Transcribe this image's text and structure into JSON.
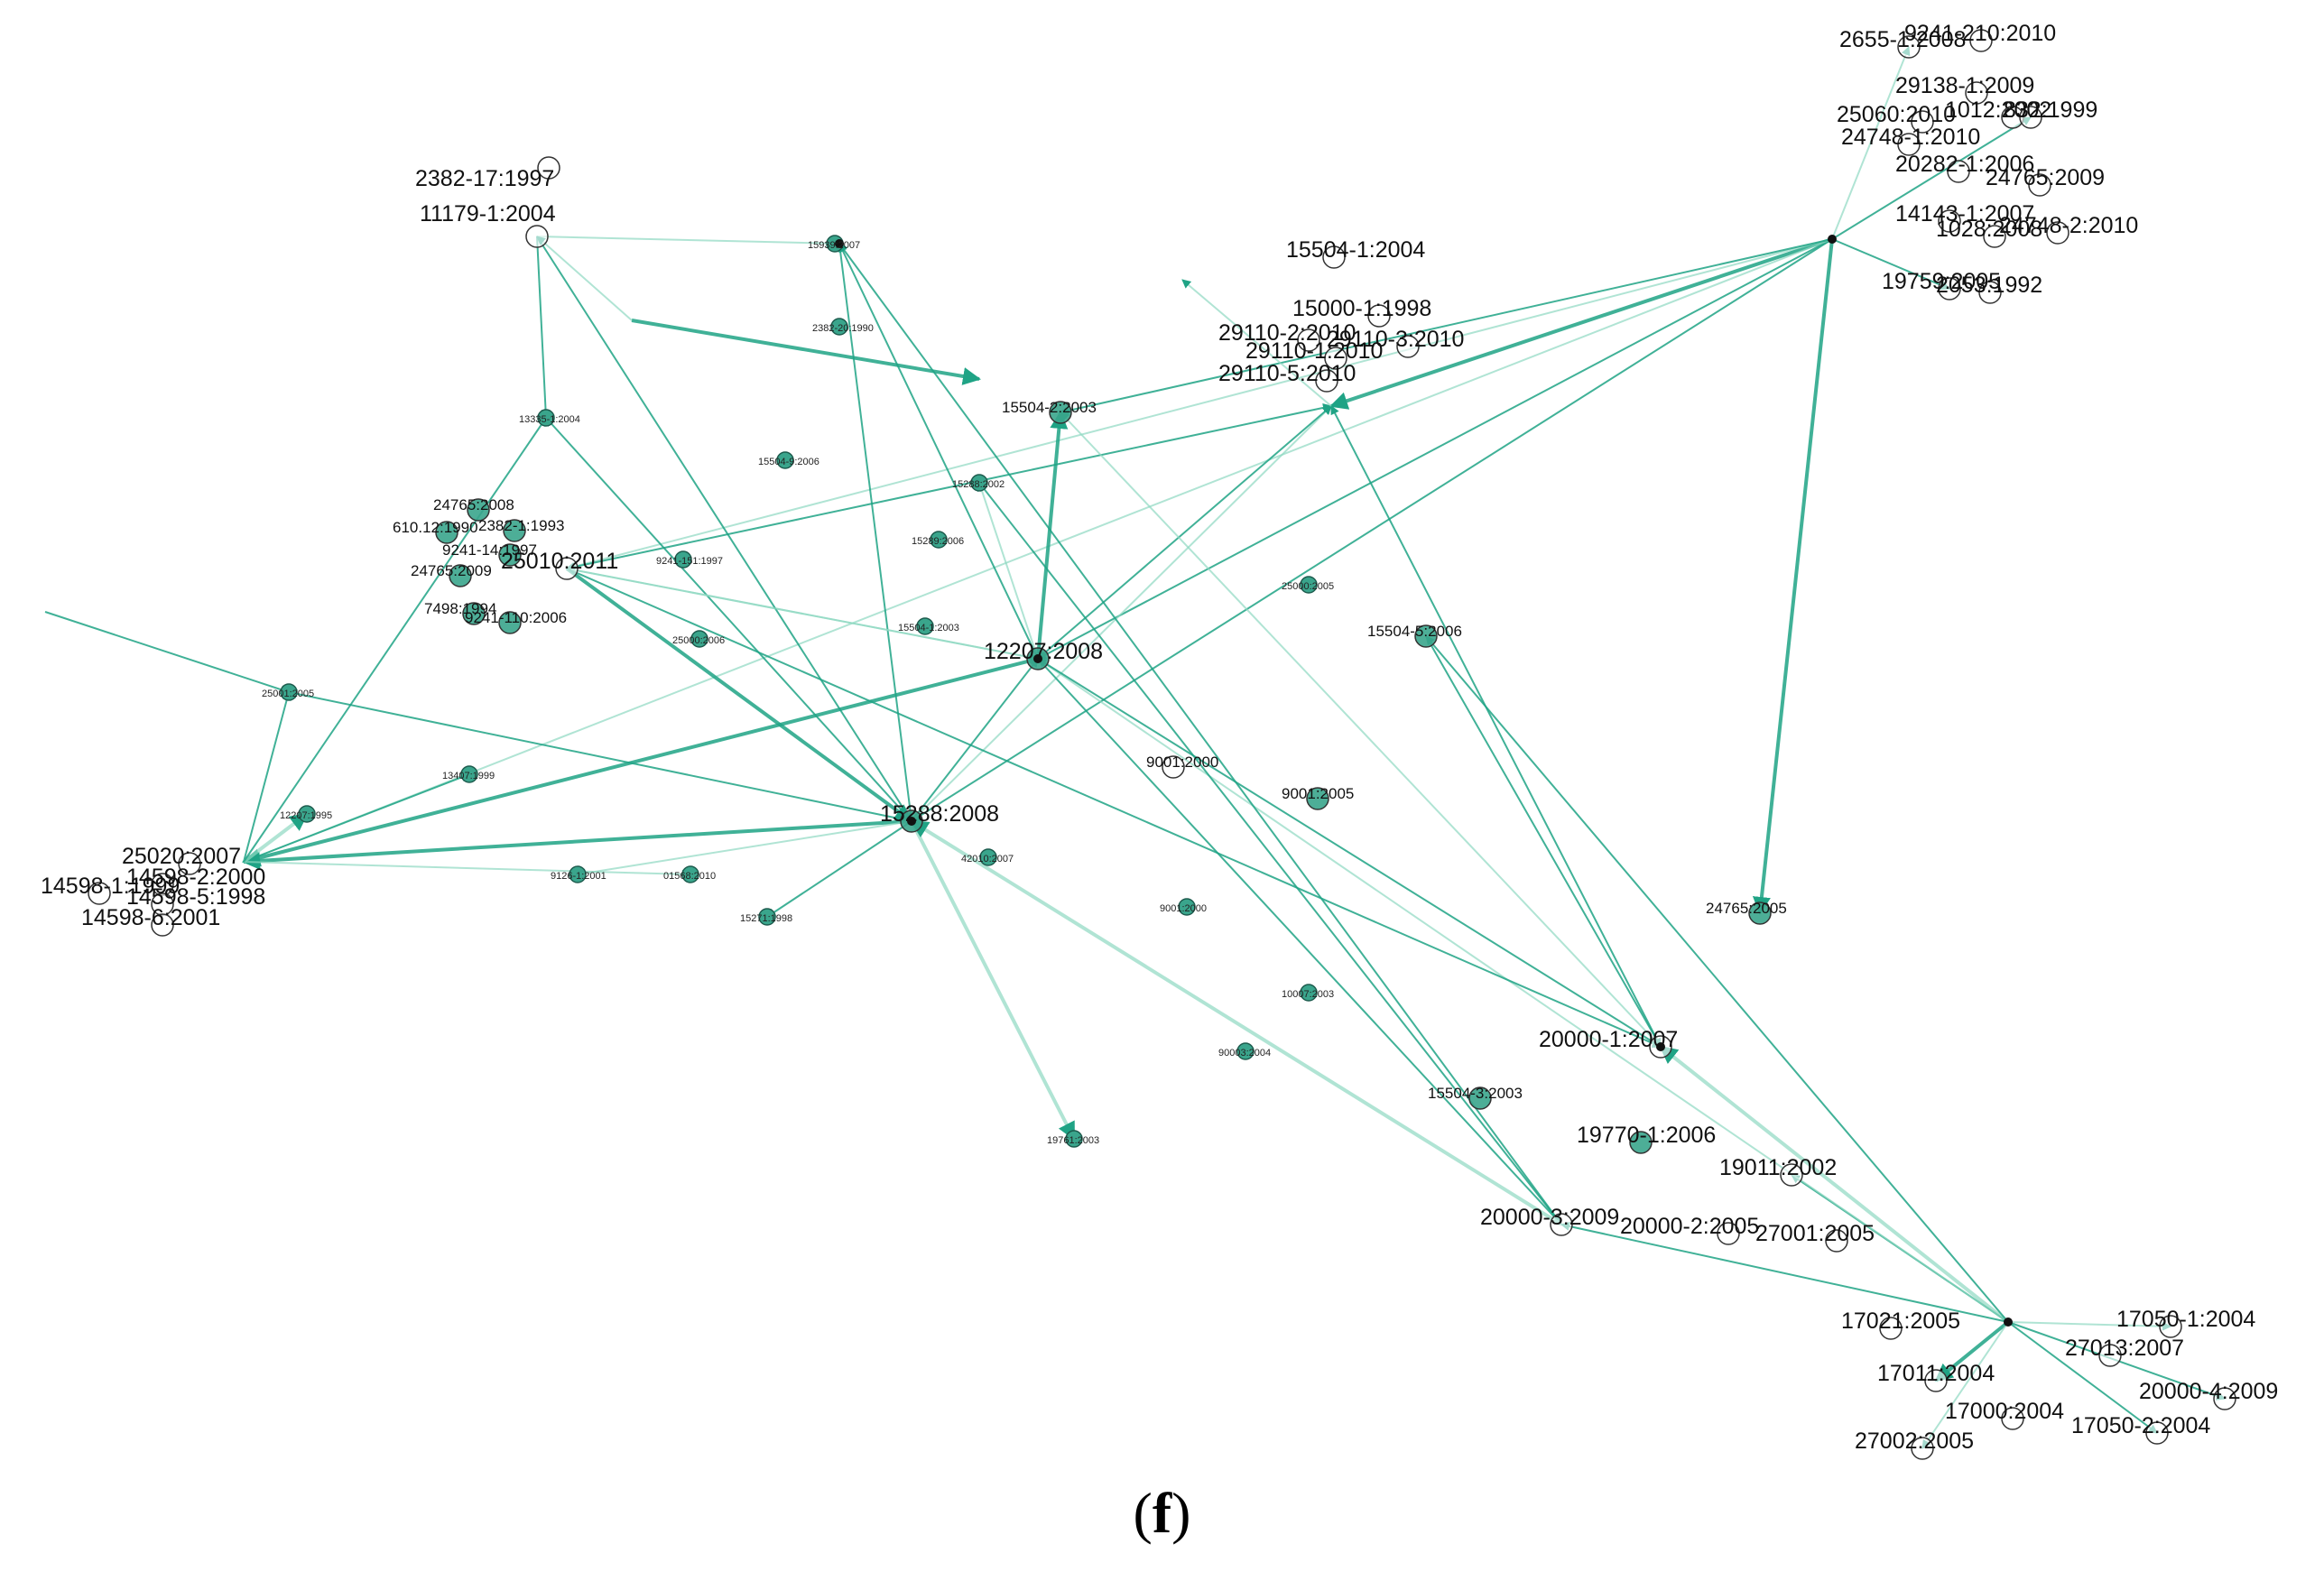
{
  "panel_label": {
    "open": "(",
    "letter": "f",
    "close": ")"
  },
  "colors": {
    "edge": "#1fa385",
    "edge_light": "#8fd8c2",
    "node_fill": "#3aa58c",
    "node_stroke": "#1d5c4e",
    "hub_fill": "#ffffff",
    "hub_stroke": "#333333",
    "label": "#111111"
  },
  "graph": {
    "labeled_nodes": [
      {
        "id": "a1",
        "label": "2382-17:1997"
      },
      {
        "id": "a2",
        "label": "11179-1:2004"
      },
      {
        "id": "b1",
        "label": "15504-1:2004"
      },
      {
        "id": "b2",
        "label": "15000-1:1998"
      },
      {
        "id": "b3",
        "label": "29110-2:2010"
      },
      {
        "id": "b4",
        "label": "29110-3:2010"
      },
      {
        "id": "b5",
        "label": "29110-1:2010"
      },
      {
        "id": "b6",
        "label": "29110-5:2010"
      },
      {
        "id": "c1",
        "label": "15504-2:2003"
      },
      {
        "id": "d1",
        "label": "25010:2011"
      },
      {
        "id": "e1",
        "label": "12207:2008"
      },
      {
        "id": "e2",
        "label": "15504-5:2006"
      },
      {
        "id": "e3",
        "label": "9001:2000"
      },
      {
        "id": "e4",
        "label": "9001:2005"
      },
      {
        "id": "f1",
        "label": "25020:2007"
      },
      {
        "id": "f2",
        "label": "14598-2:2000"
      },
      {
        "id": "f3",
        "label": "14598-1:1999"
      },
      {
        "id": "f4",
        "label": "14598-5:1998"
      },
      {
        "id": "f5",
        "label": "14598-6:2001"
      },
      {
        "id": "g1",
        "label": "15288:2008"
      },
      {
        "id": "h1",
        "label": "24765:2005"
      },
      {
        "id": "h2",
        "label": "20000-1:2007"
      },
      {
        "id": "h3",
        "label": "15504-3:2003"
      },
      {
        "id": "h4",
        "label": "19770-1:2006"
      },
      {
        "id": "h5",
        "label": "19011:2002"
      },
      {
        "id": "h6",
        "label": "20000-3:2009"
      },
      {
        "id": "h7",
        "label": "20000-2:2005"
      },
      {
        "id": "h8",
        "label": "27001:2005"
      },
      {
        "id": "i1",
        "label": "2655-1:2008"
      },
      {
        "id": "i2",
        "label": "9241-210:2010"
      },
      {
        "id": "i3",
        "label": "29138-1:2009"
      },
      {
        "id": "i4",
        "label": "25060:2010"
      },
      {
        "id": "i5",
        "label": "1012:2002"
      },
      {
        "id": "i6",
        "label": "832:1999"
      },
      {
        "id": "i7",
        "label": "24748-1:2010"
      },
      {
        "id": "i8",
        "label": "20282-1:2006"
      },
      {
        "id": "i9",
        "label": "24765:2009"
      },
      {
        "id": "i10",
        "label": "14143-1:2007"
      },
      {
        "id": "i11",
        "label": "1028:2008"
      },
      {
        "id": "i12",
        "label": "24748-2:2010"
      },
      {
        "id": "i13",
        "label": "19759:2005"
      },
      {
        "id": "i14",
        "label": "2053:1992"
      },
      {
        "id": "j1",
        "label": "17050-1:2004"
      },
      {
        "id": "j2",
        "label": "27013:2007"
      },
      {
        "id": "j3",
        "label": "17021:2005"
      },
      {
        "id": "j4",
        "label": "17011:2004"
      },
      {
        "id": "j5",
        "label": "20000-4:2009"
      },
      {
        "id": "j6",
        "label": "17000:2004"
      },
      {
        "id": "j7",
        "label": "17050-2:2004"
      },
      {
        "id": "j8",
        "label": "27002:2005"
      },
      {
        "id": "k1",
        "label": "610.12:1990"
      },
      {
        "id": "k2",
        "label": "9241-14:1997"
      },
      {
        "id": "k3",
        "label": "24765:2008"
      },
      {
        "id": "k4",
        "label": "7498:1994"
      },
      {
        "id": "k5",
        "label": "9241-110:2006"
      },
      {
        "id": "k6",
        "label": "24765:2009"
      },
      {
        "id": "k7",
        "label": "2382-1:1993"
      }
    ],
    "small_labels": [
      {
        "id": "s1",
        "label": "15288:2002"
      },
      {
        "id": "s2",
        "label": "25001:2005"
      },
      {
        "id": "s3",
        "label": "13407:1999"
      },
      {
        "id": "s4",
        "label": "12207:1995"
      },
      {
        "id": "s5",
        "label": "9126-1:2001"
      },
      {
        "id": "s6",
        "label": "01568:2010"
      },
      {
        "id": "s7",
        "label": "15271:1998"
      },
      {
        "id": "s8",
        "label": "42010:2007"
      },
      {
        "id": "s9",
        "label": "9001:2000"
      },
      {
        "id": "s10",
        "label": "10007:2003"
      },
      {
        "id": "s11",
        "label": "90003:2004"
      },
      {
        "id": "s12",
        "label": "19761:2003"
      },
      {
        "id": "s13",
        "label": "25000:2005"
      },
      {
        "id": "s14",
        "label": "15289:2006"
      },
      {
        "id": "s15",
        "label": "25000:2006"
      },
      {
        "id": "s16",
        "label": "13335-1:2004"
      },
      {
        "id": "s17",
        "label": "2382-20:1990"
      },
      {
        "id": "s18",
        "label": "15939:2007"
      },
      {
        "id": "s19",
        "label": "15504-9:2006"
      },
      {
        "id": "s20",
        "label": "9241-151:1997"
      },
      {
        "id": "s21",
        "label": "15504-1:2003"
      }
    ]
  }
}
